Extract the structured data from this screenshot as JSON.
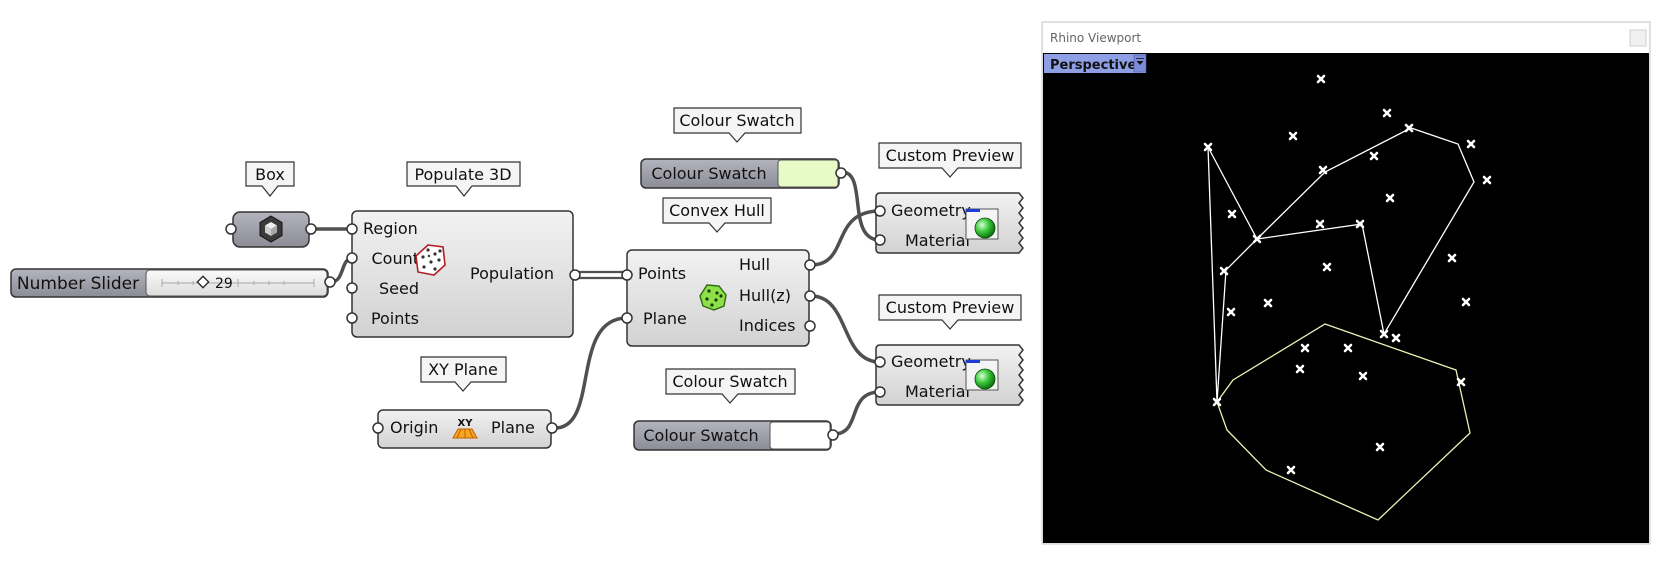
{
  "components": {
    "box": {
      "tag": "Box"
    },
    "populate": {
      "tag": "Populate 3D",
      "inputs": [
        "Region",
        "Count",
        "Seed",
        "Points"
      ],
      "output": "Population"
    },
    "slider": {
      "label": "Number Slider",
      "value": "29"
    },
    "xy_plane": {
      "tag": "XY Plane",
      "input": "Origin",
      "output": "Plane"
    },
    "swatch_top": {
      "tag": "Colour Swatch",
      "label": "Colour Swatch",
      "color": "#e6fbc8"
    },
    "swatch_bottom": {
      "tag": "Colour Swatch",
      "label": "Colour Swatch",
      "color": "#ffffff"
    },
    "convex_hull": {
      "tag": "Convex Hull",
      "inputs": [
        "Points",
        "Plane"
      ],
      "outputs": [
        "Hull",
        "Hull(z)",
        "Indices"
      ]
    },
    "preview_top": {
      "tag": "Custom Preview",
      "inputs": [
        "Geometry",
        "Material"
      ]
    },
    "preview_bottom": {
      "tag": "Custom Preview",
      "inputs": [
        "Geometry",
        "Material"
      ]
    }
  },
  "viewport": {
    "title": "Rhino Viewport",
    "view_name": "Perspective",
    "background": "#000000",
    "hull_z_color": "#e6f5b4",
    "hull_color": "#ffffff"
  },
  "icons": {
    "box": "box-component-icon",
    "populate": "populate-3d-icon",
    "xy": "xy-plane-icon",
    "hull": "convex-hull-icon",
    "preview": "custom-preview-icon"
  }
}
